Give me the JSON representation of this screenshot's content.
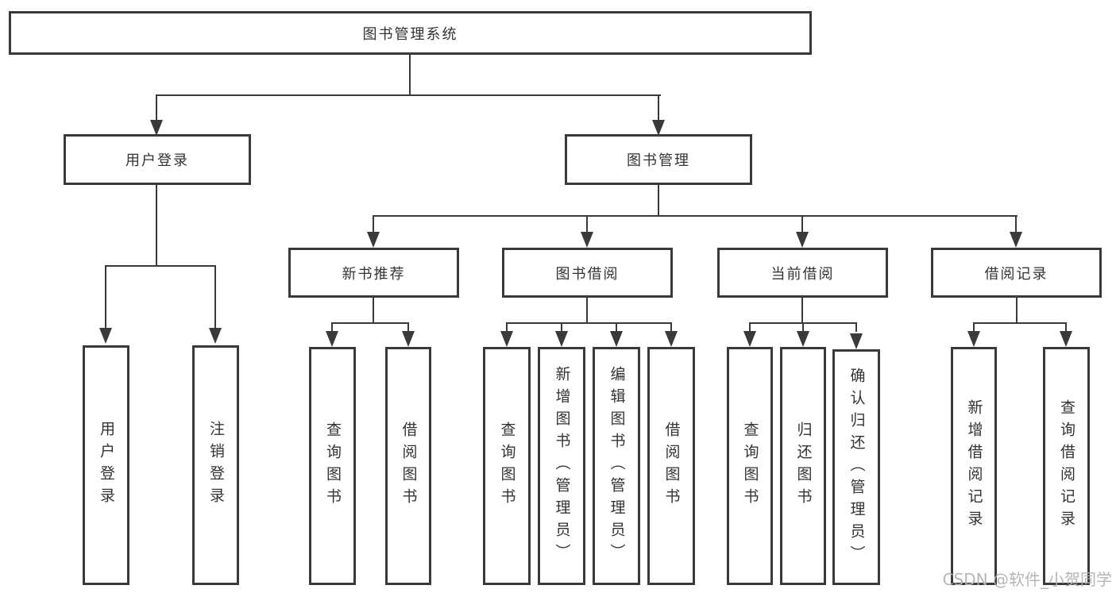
{
  "tree": {
    "root": "图书管理系统",
    "branches": [
      {
        "label": "用户登录",
        "leaves": [
          "用户登录",
          "注销登录"
        ]
      },
      {
        "label": "图书管理",
        "sections": [
          {
            "label": "新书推荐",
            "leaves": [
              "查询图书",
              "借阅图书"
            ]
          },
          {
            "label": "图书借阅",
            "leaves": [
              "查询图书",
              "新增图书（管理员）",
              "编辑图书（管理员）",
              "借阅图书"
            ]
          },
          {
            "label": "当前借阅",
            "leaves": [
              "查询图书",
              "归还图书",
              "确认归还（管理员）"
            ]
          },
          {
            "label": "借阅记录",
            "leaves": [
              "新增借阅记录",
              "查询借阅记录"
            ]
          }
        ]
      }
    ]
  },
  "watermark": {
    "text": "CSDN @软件_小贺同学"
  },
  "colors": {
    "line": "#3a3a3a",
    "text": "#333333",
    "background": "#ffffff",
    "watermark": "#b2b2b2"
  }
}
